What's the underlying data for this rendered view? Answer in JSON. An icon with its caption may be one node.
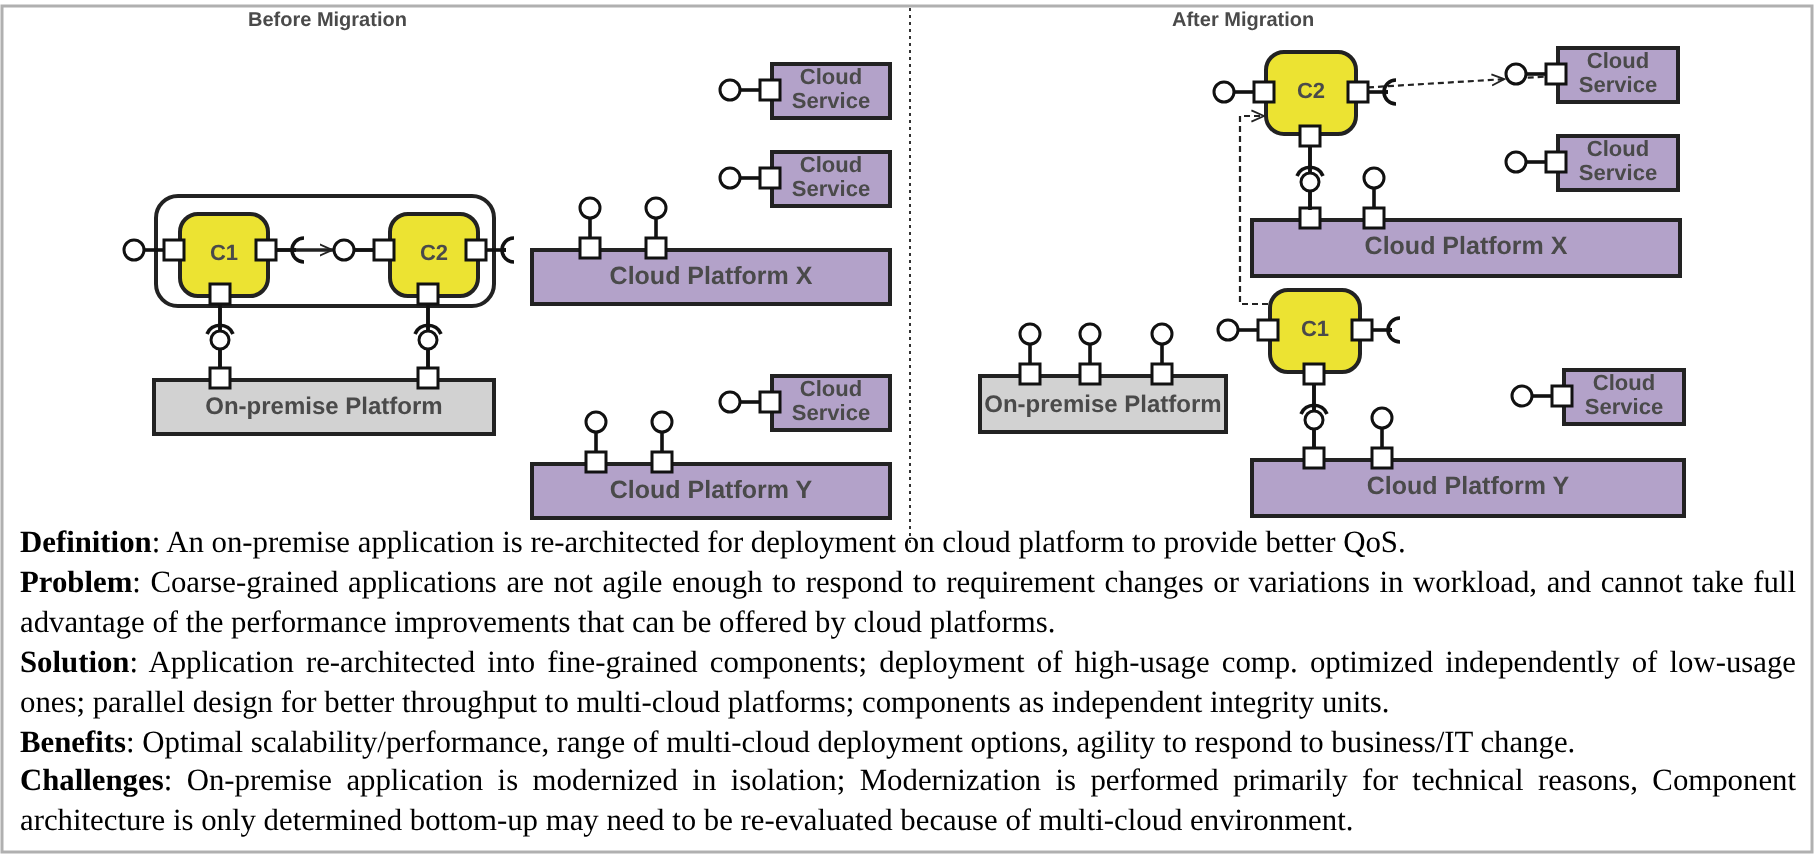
{
  "diagram": {
    "nodes": [
      {
        "text": [],
        "shape": "box"
      },
      {
        "text": [
          "C1"
        ],
        "in": 0
      },
      {
        "text": [
          "C2"
        ],
        "in": 0
      },
      {
        "text": [
          "On-premise Platform"
        ]
      },
      {
        "text": [
          "Cloud Service"
        ]
      },
      {
        "text": [
          "Cloud Service"
        ]
      },
      {
        "text": [
          "Cloud Platform X"
        ]
      },
      {
        "text": [
          "Cloud Service"
        ]
      },
      {
        "text": [
          "Cloud Platform Y"
        ]
      },
      {
        "text": [
          "C2"
        ]
      },
      {
        "text": [
          "Cloud Service"
        ]
      },
      {
        "text": [
          "Cloud Service"
        ]
      },
      {
        "text": [
          "Cloud Platform X"
        ]
      },
      {
        "text": [
          "C1"
        ]
      },
      {
        "text": [
          "On-premise Platform"
        ]
      },
      {
        "text": [
          "Cloud Service"
        ]
      },
      {
        "text": [
          "Cloud Platform Y"
        ]
      }
    ],
    "edges": [
      {
        "from": 1,
        "to": 2,
        "arrow": "to"
      },
      {
        "from": 1,
        "to": 3,
        "arrow": "none"
      },
      {
        "from": 2,
        "to": 3,
        "arrow": "none"
      },
      {
        "from": 9,
        "to": 10,
        "arrow": "to",
        "style": "dashed"
      },
      {
        "from": 13,
        "to": 9,
        "arrow": "to",
        "style": "dashed"
      },
      {
        "from": 9,
        "to": 12,
        "arrow": "none"
      },
      {
        "from": 13,
        "to": 16,
        "arrow": "none"
      }
    ],
    "labels": [
      "Before Migration",
      "After Migration",
      "**Definition**: An on-premise application is re-architected for deployment on cloud platform to provide better QoS.",
      "**Problem**: Coarse-grained applications are not agile enough to respond to requirement changes or variations in workload, and cannot take full advantage of the performance improvements that can be offered by cloud platforms.",
      "**Solution**: Application re-architected into fine-grained components; deployment of high-usage comp. optimized independently of low-usage ones; parallel design for better throughput to multi-cloud platforms; components as independent integrity units.",
      "**Benefits**: Optimal scalability/performance, range of multi-cloud deployment options, agility to respond to business/IT change.",
      "**Challenges**: On-premise application is modernized in isolation; Modernization is performed primarily for technical reasons, Component architecture is only determined bottom-up may need to be re-evaluated because of multi-cloud environment."
    ]
  }
}
